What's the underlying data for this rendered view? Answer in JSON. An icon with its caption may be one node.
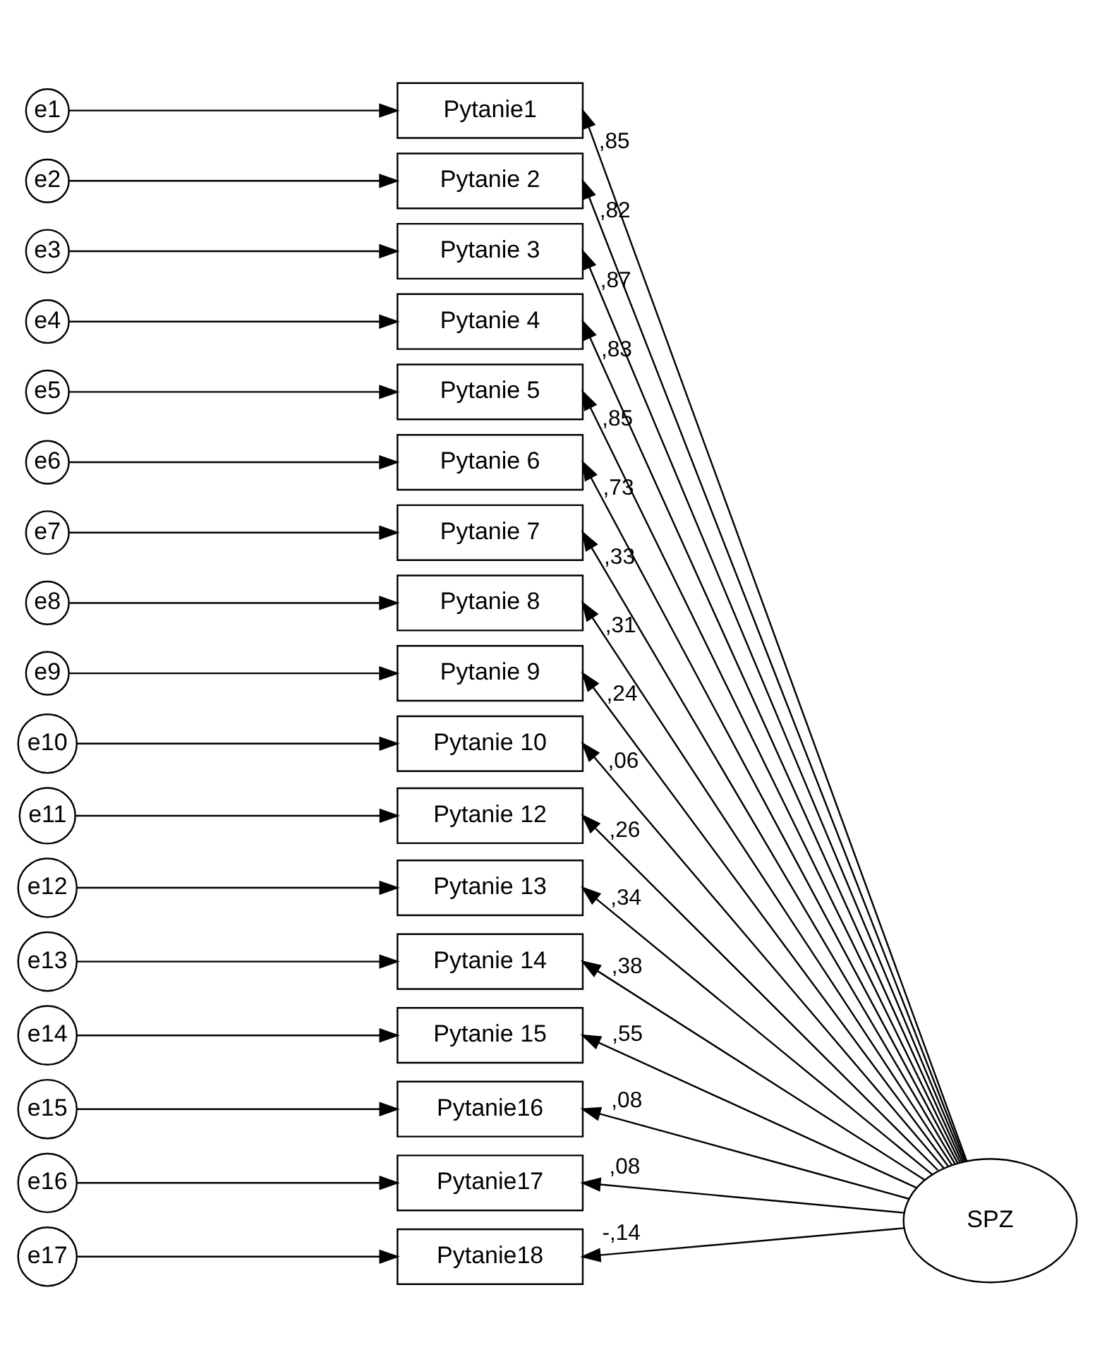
{
  "diagram": {
    "nodes": [
      {
        "text": [
          "e1"
        ]
      },
      {
        "text": [
          "Pytanie1"
        ]
      },
      {
        "text": [
          "e2"
        ]
      },
      {
        "text": [
          "Pytanie 2"
        ]
      },
      {
        "text": [
          "e3"
        ]
      },
      {
        "text": [
          "Pytanie 3"
        ]
      },
      {
        "text": [
          "e4"
        ]
      },
      {
        "text": [
          "Pytanie 4"
        ]
      },
      {
        "text": [
          "e5"
        ]
      },
      {
        "text": [
          "Pytanie 5"
        ]
      },
      {
        "text": [
          "e6"
        ]
      },
      {
        "text": [
          "Pytanie 6"
        ]
      },
      {
        "text": [
          "e7"
        ]
      },
      {
        "text": [
          "Pytanie 7"
        ]
      },
      {
        "text": [
          "e8"
        ]
      },
      {
        "text": [
          "Pytanie 8"
        ]
      },
      {
        "text": [
          "e9"
        ]
      },
      {
        "text": [
          "Pytanie 9"
        ]
      },
      {
        "text": [
          "e10"
        ]
      },
      {
        "text": [
          "Pytanie 10"
        ]
      },
      {
        "text": [
          "e11"
        ]
      },
      {
        "text": [
          "Pytanie 12"
        ]
      },
      {
        "text": [
          "e12"
        ]
      },
      {
        "text": [
          "Pytanie 13"
        ]
      },
      {
        "text": [
          "e13"
        ]
      },
      {
        "text": [
          "Pytanie 14"
        ]
      },
      {
        "text": [
          "e14"
        ]
      },
      {
        "text": [
          "Pytanie 15"
        ]
      },
      {
        "text": [
          "e15"
        ]
      },
      {
        "text": [
          "Pytanie16"
        ]
      },
      {
        "text": [
          "e16"
        ]
      },
      {
        "text": [
          "Pytanie17"
        ]
      },
      {
        "text": [
          "e17"
        ]
      },
      {
        "text": [
          "Pytanie18"
        ]
      },
      {
        "text": [
          "SPZ"
        ]
      }
    ],
    "edges": [
      {
        "from": 0,
        "to": 1,
        "arrow": "to"
      },
      {
        "from": 2,
        "to": 3,
        "arrow": "to"
      },
      {
        "from": 4,
        "to": 5,
        "arrow": "to"
      },
      {
        "from": 6,
        "to": 7,
        "arrow": "to"
      },
      {
        "from": 8,
        "to": 9,
        "arrow": "to"
      },
      {
        "from": 10,
        "to": 11,
        "arrow": "to"
      },
      {
        "from": 12,
        "to": 13,
        "arrow": "to"
      },
      {
        "from": 14,
        "to": 15,
        "arrow": "to"
      },
      {
        "from": 16,
        "to": 17,
        "arrow": "to"
      },
      {
        "from": 18,
        "to": 19,
        "arrow": "to"
      },
      {
        "from": 20,
        "to": 21,
        "arrow": "to"
      },
      {
        "from": 22,
        "to": 23,
        "arrow": "to"
      },
      {
        "from": 24,
        "to": 25,
        "arrow": "to"
      },
      {
        "from": 26,
        "to": 27,
        "arrow": "to"
      },
      {
        "from": 28,
        "to": 29,
        "arrow": "to"
      },
      {
        "from": 30,
        "to": 31,
        "arrow": "to"
      },
      {
        "from": 32,
        "to": 33,
        "arrow": "to"
      },
      {
        "from": 34,
        "to": 1,
        "arrow": "to",
        "label": ",85"
      },
      {
        "from": 34,
        "to": 3,
        "arrow": "to",
        "label": ",82"
      },
      {
        "from": 34,
        "to": 5,
        "arrow": "to",
        "label": ",87"
      },
      {
        "from": 34,
        "to": 7,
        "arrow": "to",
        "label": ",83"
      },
      {
        "from": 34,
        "to": 9,
        "arrow": "to",
        "label": ",85"
      },
      {
        "from": 34,
        "to": 11,
        "arrow": "to",
        "label": ",73"
      },
      {
        "from": 34,
        "to": 13,
        "arrow": "to",
        "label": ",33"
      },
      {
        "from": 34,
        "to": 15,
        "arrow": "to",
        "label": ",31"
      },
      {
        "from": 34,
        "to": 17,
        "arrow": "to",
        "label": ",24"
      },
      {
        "from": 34,
        "to": 19,
        "arrow": "to",
        "label": ",06"
      },
      {
        "from": 34,
        "to": 21,
        "arrow": "to",
        "label": ",26"
      },
      {
        "from": 34,
        "to": 23,
        "arrow": "to",
        "label": ",34"
      },
      {
        "from": 34,
        "to": 25,
        "arrow": "to",
        "label": ",38"
      },
      {
        "from": 34,
        "to": 27,
        "arrow": "to",
        "label": ",55"
      },
      {
        "from": 34,
        "to": 29,
        "arrow": "to",
        "label": ",08"
      },
      {
        "from": 34,
        "to": 31,
        "arrow": "to",
        "label": ",08"
      },
      {
        "from": 34,
        "to": 33,
        "arrow": "to",
        "label": "-,14"
      }
    ]
  }
}
